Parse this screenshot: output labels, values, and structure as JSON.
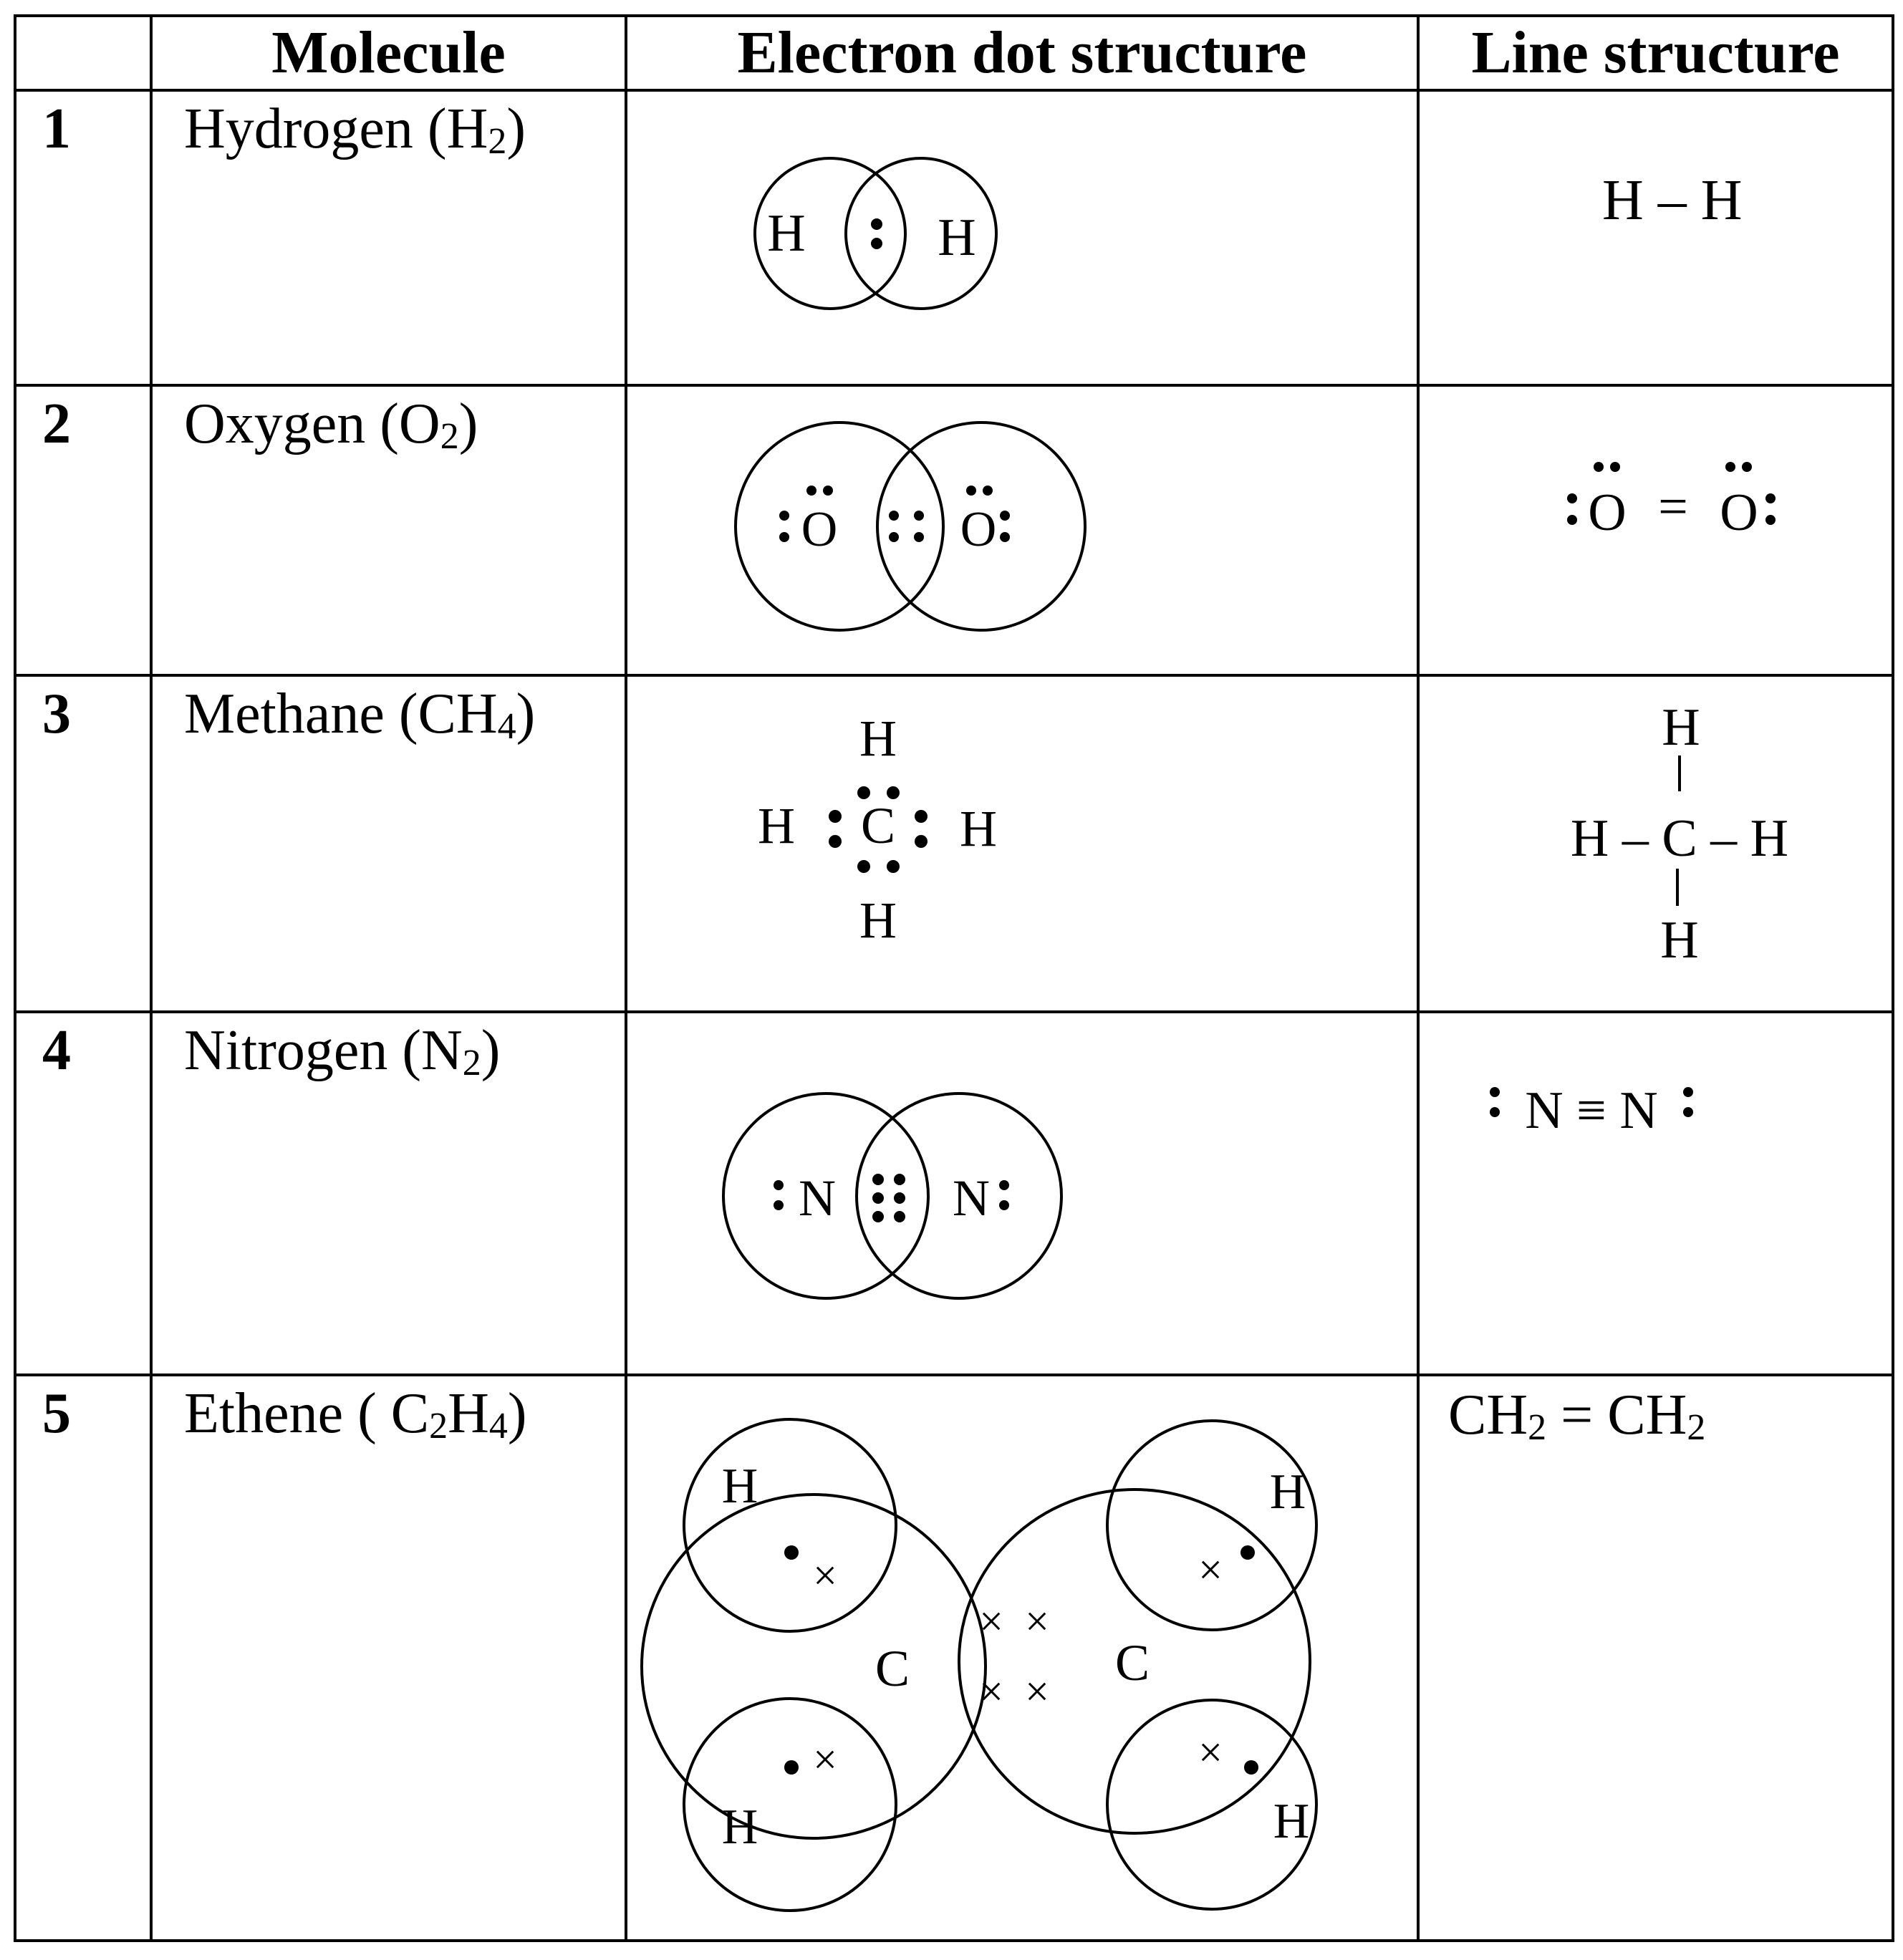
{
  "headers": {
    "number": "",
    "molecule": "Molecule",
    "dot": "Electron dot structure",
    "line": "Line structure"
  },
  "rows": [
    {
      "num": "1",
      "name": "Hydrogen (H",
      "sub": "2",
      "tail": ")"
    },
    {
      "num": "2",
      "name": "Oxygen (O",
      "sub": "2",
      "tail": ")"
    },
    {
      "num": "3",
      "name": "Methane (CH",
      "sub": "4",
      "tail": ")"
    },
    {
      "num": "4",
      "name": "Nitrogen (N",
      "sub": "2",
      "tail": ")"
    },
    {
      "num": "5",
      "name": "Ethene ( C",
      "sub": "2",
      "mid": "H",
      "sub2": "4",
      "tail": ")"
    }
  ],
  "atoms": {
    "H": "H",
    "O": "O",
    "C": "C",
    "N": "N"
  },
  "line_structures": {
    "hydrogen": "H – H",
    "methane_mid": "H – C – H",
    "nitrogen": "N ≡ N",
    "oxygen_bond": "=",
    "ethene": {
      "a": "CH",
      "sub": "2",
      "eq": " = ",
      "b": "CH",
      "sub2": "2"
    }
  },
  "electron_marks": {
    "dot": "•",
    "cross": "×"
  }
}
